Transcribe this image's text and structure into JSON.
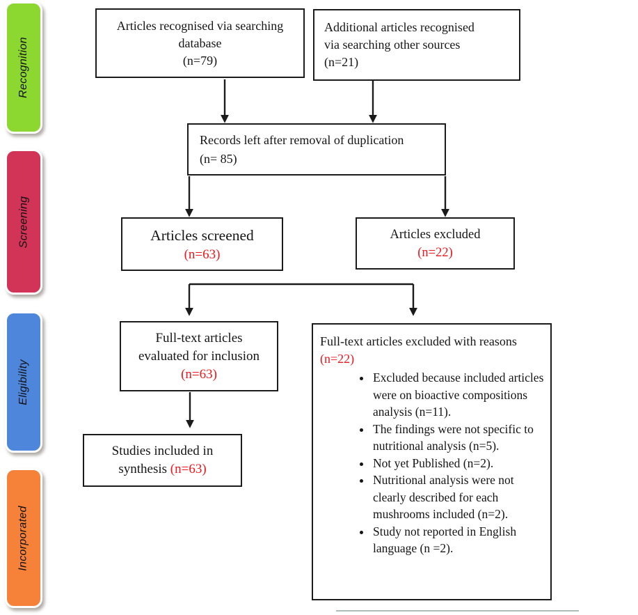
{
  "figure": {
    "accent_red": "#ee161d",
    "line_color": "#1b1b1b",
    "divider_color": "#aebcb8",
    "stages": [
      {
        "label": "Recognition",
        "color": "#8cd830"
      },
      {
        "label": "Screening",
        "color": "#d13456"
      },
      {
        "label": "Eligibility",
        "color": "#4d86da"
      },
      {
        "label": "Incorporated",
        "color": "#f6823a"
      }
    ],
    "boxes": {
      "database": {
        "line1": "Articles recognised via searching",
        "line2": "database",
        "count": "(n=79)"
      },
      "other_sources": {
        "line1": "Additional articles recognised",
        "line2": "via searching other sources",
        "count": "(n=21)"
      },
      "deduplicated": {
        "line1": "Records left after removal of duplication",
        "count": "(n= 85)"
      },
      "screened": {
        "title": "Articles screened",
        "count": "(n=63)"
      },
      "excluded": {
        "title": "Articles excluded",
        "count": "(n=22)"
      },
      "fulltext": {
        "line1": "Full-text articles",
        "line2": "evaluated for inclusion",
        "count": "(n=63)"
      },
      "included": {
        "line1": "Studies included in",
        "line2_prefix": "synthesis ",
        "count": "(n=63)"
      },
      "reasons": {
        "title": "Full-text articles excluded with reasons",
        "count": "(n=22)",
        "bullets": [
          "Excluded because included articles were on bioactive compositions analysis (n=11).",
          "The findings were not specific to nutritional analysis (n=5).",
          "Not yet Published (n=2).",
          "Nutritional analysis were not clearly described for each mushrooms included (n=2).",
          "Study not reported in English language (n =2)."
        ]
      }
    }
  }
}
